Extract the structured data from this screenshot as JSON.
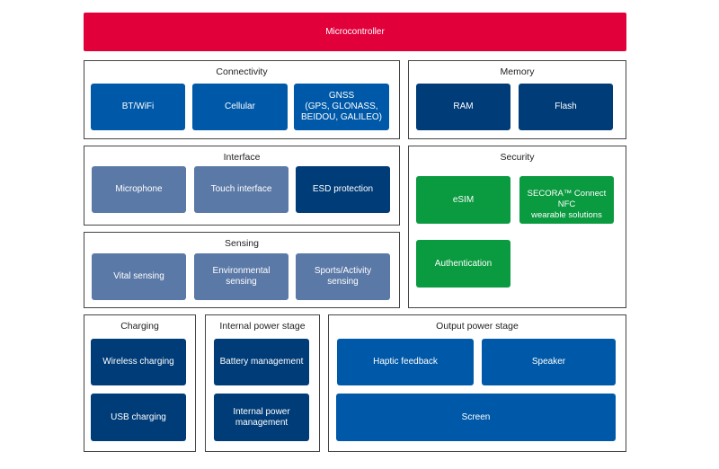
{
  "colors": {
    "red": "#e2003b",
    "blue": "#0059a8",
    "slate": "#5b79a7",
    "navy": "#003c78",
    "green": "#0a9a3f"
  },
  "microcontroller": "Microcontroller",
  "connectivity": {
    "title": "Connectivity",
    "items": [
      "BT/WiFi",
      "Cellular",
      "GNSS\n(GPS, GLONASS,\nBEIDOU, GALILEO)"
    ]
  },
  "memory": {
    "title": "Memory",
    "items": [
      "RAM",
      "Flash"
    ]
  },
  "interface": {
    "title": "Interface",
    "items": [
      "Microphone",
      "Touch interface",
      "ESD protection"
    ]
  },
  "security": {
    "title": "Security",
    "items": [
      "eSIM",
      "SECORA™ Connect NFC\nwearable solutions",
      "Authentication"
    ]
  },
  "sensing": {
    "title": "Sensing",
    "items": [
      "Vital sensing",
      "Environmental\nsensing",
      "Sports/Activity\nsensing"
    ]
  },
  "charging": {
    "title": "Charging",
    "items": [
      "Wireless charging",
      "USB charging"
    ]
  },
  "internal_power": {
    "title": "Internal power stage",
    "items": [
      "Battery management",
      "Internal power\nmanagement"
    ]
  },
  "output_power": {
    "title": "Output power stage",
    "items": [
      "Haptic feedback",
      "Speaker",
      "Screen"
    ]
  }
}
